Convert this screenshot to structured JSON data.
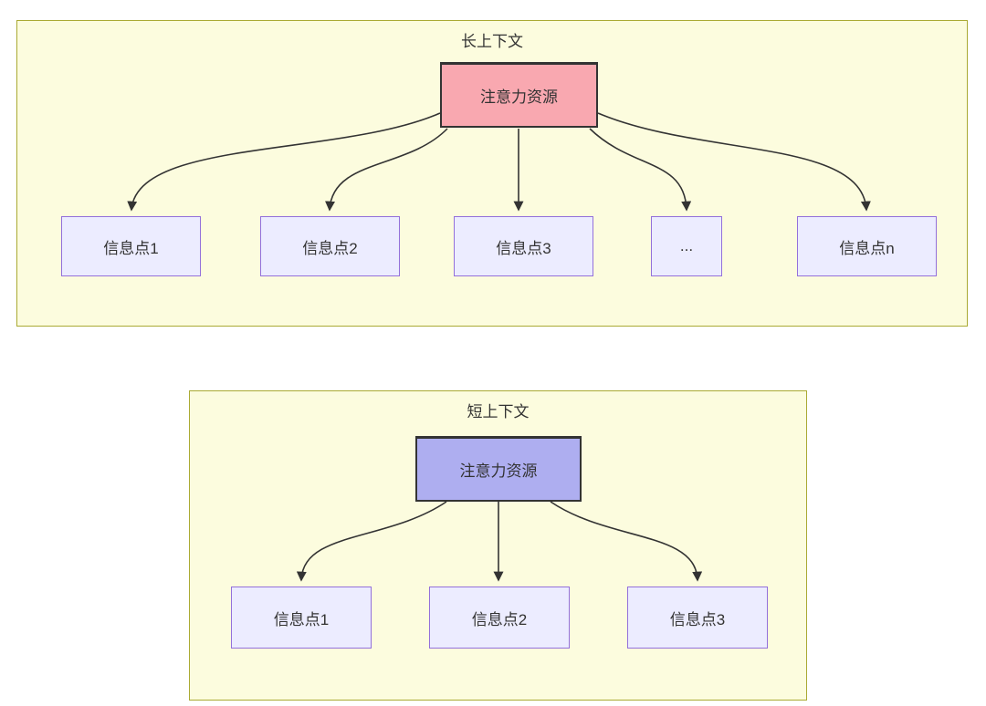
{
  "colors": {
    "page_background": "#ffffff",
    "container_fill": "#FCFCDE",
    "container_border": "#AAAA33",
    "node_fill": "#ECECFF",
    "node_border": "#9370DB",
    "attention_long_fill": "#F9A8B0",
    "attention_short_fill": "#AEAEF0",
    "attention_border": "#333333",
    "edge_color": "#333333",
    "text_color": "#333333"
  },
  "diagrams": {
    "long_context": {
      "title": "长上下文",
      "attention_label": "注意力资源",
      "nodes": [
        {
          "label": "信息点1"
        },
        {
          "label": "信息点2"
        },
        {
          "label": "信息点3"
        },
        {
          "label": "..."
        },
        {
          "label": "信息点n"
        }
      ],
      "edges": [
        {
          "from": "注意力资源",
          "to": "信息点1"
        },
        {
          "from": "注意力资源",
          "to": "信息点2"
        },
        {
          "from": "注意力资源",
          "to": "信息点3"
        },
        {
          "from": "注意力资源",
          "to": "..."
        },
        {
          "from": "注意力资源",
          "to": "信息点n"
        }
      ]
    },
    "short_context": {
      "title": "短上下文",
      "attention_label": "注意力资源",
      "nodes": [
        {
          "label": "信息点1"
        },
        {
          "label": "信息点2"
        },
        {
          "label": "信息点3"
        }
      ],
      "edges": [
        {
          "from": "注意力资源",
          "to": "信息点1"
        },
        {
          "from": "注意力资源",
          "to": "信息点2"
        },
        {
          "from": "注意力资源",
          "to": "信息点3"
        }
      ]
    }
  }
}
